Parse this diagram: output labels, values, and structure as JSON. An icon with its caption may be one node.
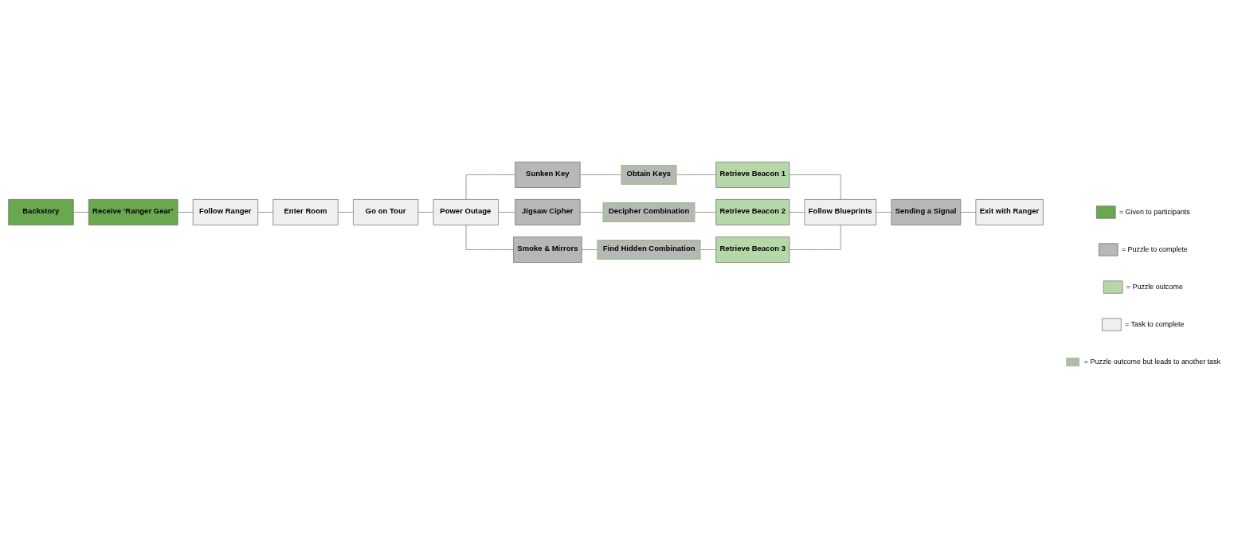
{
  "diagram": {
    "nodes": [
      {
        "text": [
          "Backstory"
        ]
      },
      {
        "text": [
          "Receive ‘Ranger Gear’"
        ]
      },
      {
        "text": [
          "Follow Ranger"
        ]
      },
      {
        "text": [
          "Enter Room"
        ]
      },
      {
        "text": [
          "Go on Tour"
        ]
      },
      {
        "text": [
          "Power Outage"
        ]
      },
      {
        "text": [
          "Sunken Key"
        ]
      },
      {
        "text": [
          "Obtain Keys"
        ]
      },
      {
        "text": [
          "Retrieve Beacon 1"
        ]
      },
      {
        "text": [
          "Jigsaw Cipher"
        ]
      },
      {
        "text": [
          "Decipher Combination"
        ]
      },
      {
        "text": [
          "Retrieve Beacon 2"
        ]
      },
      {
        "text": [
          "Smoke & Mirrors"
        ]
      },
      {
        "text": [
          "Find Hidden Combination"
        ]
      },
      {
        "text": [
          "Retrieve Beacon 3"
        ]
      },
      {
        "text": [
          "Follow Blueprints"
        ]
      },
      {
        "text": [
          "Sending a Signal"
        ]
      },
      {
        "text": [
          "Exit with Ranger"
        ]
      }
    ],
    "edges": [
      {
        "from": 0,
        "to": 1,
        "arrow": "none"
      },
      {
        "from": 1,
        "to": 2,
        "arrow": "none"
      },
      {
        "from": 2,
        "to": 3,
        "arrow": "none"
      },
      {
        "from": 3,
        "to": 4,
        "arrow": "none"
      },
      {
        "from": 4,
        "to": 5,
        "arrow": "none"
      },
      {
        "from": 5,
        "to": 6,
        "arrow": "none"
      },
      {
        "from": 5,
        "to": 9,
        "arrow": "none"
      },
      {
        "from": 5,
        "to": 12,
        "arrow": "none"
      },
      {
        "from": 6,
        "to": 7,
        "arrow": "none"
      },
      {
        "from": 7,
        "to": 8,
        "arrow": "none"
      },
      {
        "from": 9,
        "to": 10,
        "arrow": "none"
      },
      {
        "from": 10,
        "to": 11,
        "arrow": "none"
      },
      {
        "from": 12,
        "to": 13,
        "arrow": "none"
      },
      {
        "from": 13,
        "to": 14,
        "arrow": "none"
      },
      {
        "from": 8,
        "to": 15,
        "arrow": "none"
      },
      {
        "from": 11,
        "to": 15,
        "arrow": "none"
      },
      {
        "from": 14,
        "to": 15,
        "arrow": "none"
      },
      {
        "from": 15,
        "to": 16,
        "arrow": "none"
      },
      {
        "from": 16,
        "to": 17,
        "arrow": "none"
      }
    ],
    "legend": [
      {
        "text": "= Given to participants",
        "color": "#6aa84f"
      },
      {
        "text": "= Puzzle to complete",
        "color": "#b7b7b7"
      },
      {
        "text": "= Puzzle outcome",
        "color": "#b6d7a8"
      },
      {
        "text": "= Task to complete",
        "color": "#efefef"
      },
      {
        "text": "= Puzzle outcome but leads to another task"
      }
    ]
  }
}
